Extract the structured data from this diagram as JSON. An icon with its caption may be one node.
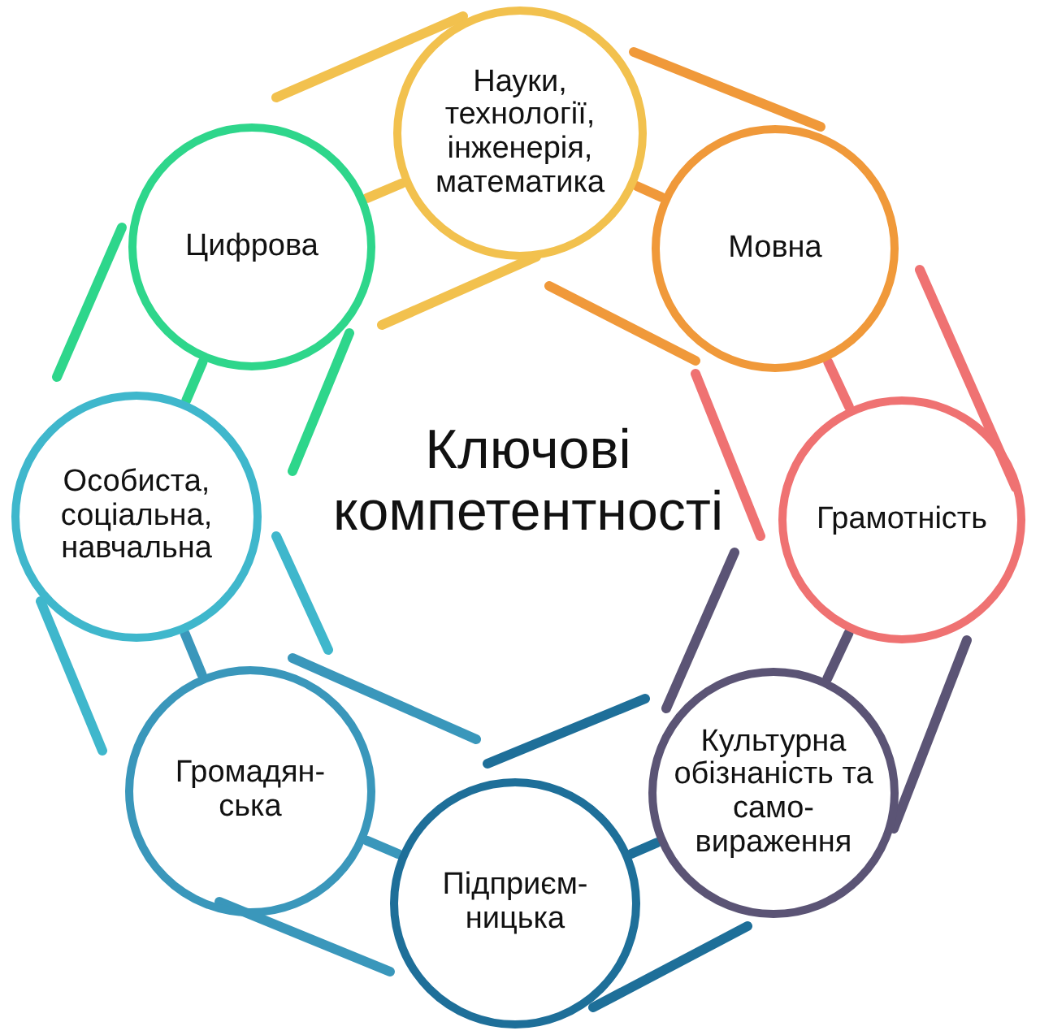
{
  "diagram": {
    "nodes": [
      {
        "text": [
          "Науки, технології, інженерія, математика"
        ]
      },
      {
        "text": [
          "Цифрова"
        ]
      },
      {
        "text": [
          "Мовна"
        ]
      },
      {
        "text": [
          "Особиста, соціальна, навчальна"
        ]
      },
      {
        "text": [
          "Грамотність"
        ]
      },
      {
        "text": [
          "Громадян- ська"
        ]
      },
      {
        "text": [
          "Культурна обізнаність та само- вираження"
        ]
      },
      {
        "text": [
          "Підприєм- ницька"
        ]
      }
    ],
    "edges": [
      {
        "from": 1,
        "to": 0,
        "arrow": "none",
        "color": "#f2c14e"
      },
      {
        "from": 0,
        "to": 2,
        "arrow": "none",
        "color": "#f0993a"
      },
      {
        "from": 2,
        "to": 4,
        "arrow": "none",
        "color": "#ef7272"
      },
      {
        "from": 4,
        "to": 6,
        "arrow": "none",
        "color": "#5b5475"
      },
      {
        "from": 6,
        "to": 7,
        "arrow": "none",
        "color": "#1e6f99"
      },
      {
        "from": 7,
        "to": 5,
        "arrow": "none",
        "color": "#3a97bb"
      },
      {
        "from": 5,
        "to": 3,
        "arrow": "none",
        "color": "#3a97bb"
      },
      {
        "from": 3,
        "to": 1,
        "arrow": "none",
        "color": "#2ed68b"
      }
    ],
    "labels": [
      "Ключові компетентності"
    ]
  }
}
